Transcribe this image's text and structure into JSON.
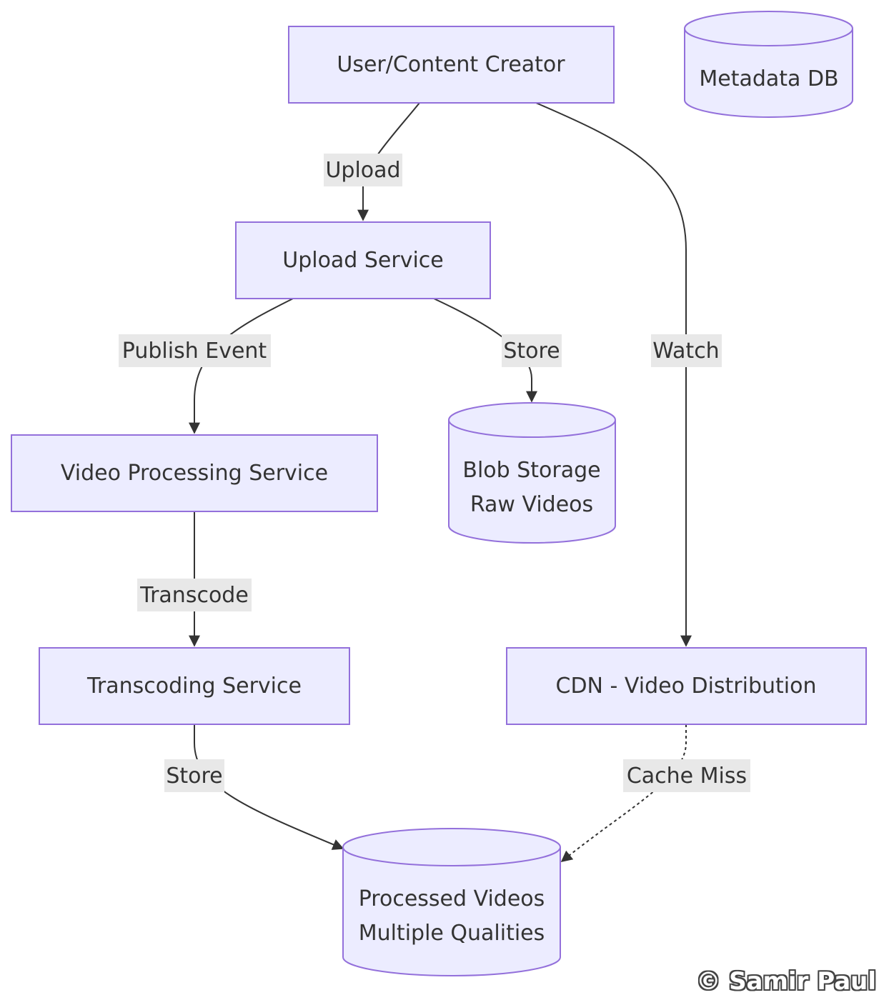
{
  "diagram": {
    "type": "flowchart",
    "nodes": {
      "user": {
        "label": "User/Content Creator",
        "shape": "rect"
      },
      "upload": {
        "label": "Upload Service",
        "shape": "rect"
      },
      "processing": {
        "label": "Video Processing Service",
        "shape": "rect"
      },
      "blob": {
        "label_line1": "Blob Storage",
        "label_line2": "Raw Videos",
        "shape": "cylinder"
      },
      "transcoding": {
        "label": "Transcoding Service",
        "shape": "rect"
      },
      "cdn": {
        "label": "CDN - Video Distribution",
        "shape": "rect"
      },
      "processed": {
        "label_line1": "Processed Videos",
        "label_line2": "Multiple Qualities",
        "shape": "cylinder"
      },
      "metadata": {
        "label": "Metadata DB",
        "shape": "cylinder"
      }
    },
    "edges": {
      "user_upload": {
        "from": "User/Content Creator",
        "to": "Upload Service",
        "label": "Upload",
        "style": "solid"
      },
      "user_cdn": {
        "from": "User/Content Creator",
        "to": "CDN - Video Distribution",
        "label": "Watch",
        "style": "solid"
      },
      "upload_processing": {
        "from": "Upload Service",
        "to": "Video Processing Service",
        "label": "Publish Event",
        "style": "solid"
      },
      "upload_blob": {
        "from": "Upload Service",
        "to": "Blob Storage Raw Videos",
        "label": "Store",
        "style": "solid"
      },
      "processing_transcoding": {
        "from": "Video Processing Service",
        "to": "Transcoding Service",
        "label": "Transcode",
        "style": "solid"
      },
      "transcoding_processed": {
        "from": "Transcoding Service",
        "to": "Processed Videos Multiple Qualities",
        "label": "Store",
        "style": "solid"
      },
      "cdn_processed": {
        "from": "CDN - Video Distribution",
        "to": "Processed Videos Multiple Qualities",
        "label": "Cache Miss",
        "style": "dotted"
      }
    }
  },
  "watermark": "© Samir Paul",
  "colors": {
    "node_fill": "#ececff",
    "node_stroke": "#9370db",
    "edge": "#333333",
    "edge_label_bg": "#e8e8e8",
    "text": "#333333"
  }
}
